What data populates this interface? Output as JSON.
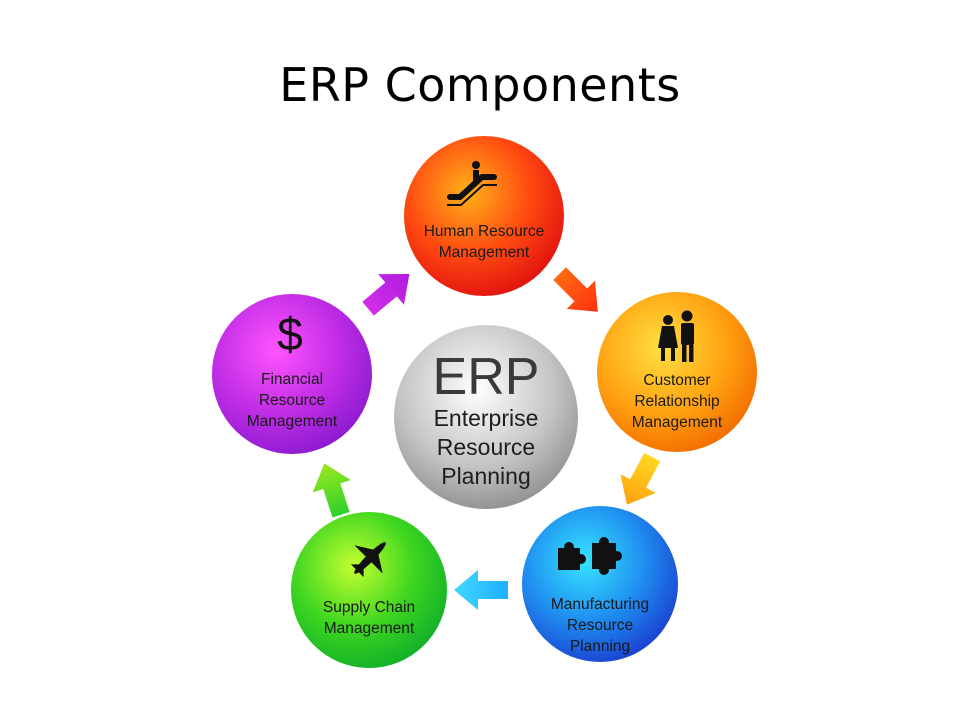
{
  "title": "ERP Components",
  "center": {
    "acronym": "ERP",
    "lines": [
      "Enterprise",
      "Resource",
      "Planning"
    ]
  },
  "nodes": [
    {
      "id": "hrm",
      "lines": [
        "Human Resource",
        "Management"
      ],
      "icon": "escalator-icon",
      "color": "#f02a08"
    },
    {
      "id": "crm",
      "lines": [
        "Customer",
        "Relationship",
        "Management"
      ],
      "icon": "people-icon",
      "color": "#f78a0a"
    },
    {
      "id": "mrp",
      "lines": [
        "Manufacturing",
        "Resource",
        "Planning"
      ],
      "icon": "puzzle-icon",
      "color": "#1a5fd8"
    },
    {
      "id": "scm",
      "lines": [
        "Supply Chain",
        "Management"
      ],
      "icon": "airplane-icon",
      "color": "#2fc418"
    },
    {
      "id": "frm",
      "lines": [
        "Financial",
        "Resource",
        "Management"
      ],
      "icon": "dollar-icon",
      "icon_text": "$",
      "color": "#a21ad8"
    }
  ]
}
